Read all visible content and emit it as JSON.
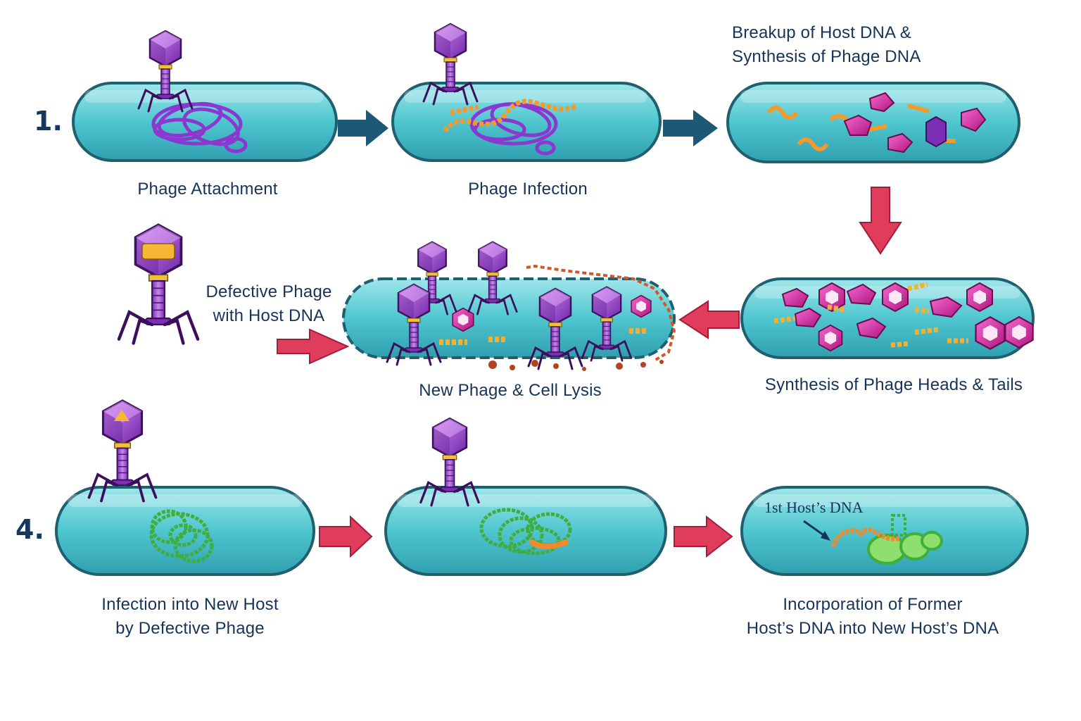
{
  "steps": {
    "step1_number": "1.",
    "step4_number": "4.",
    "attachment": "Phage Attachment",
    "infection": "Phage Infection",
    "breakup_line1": "Breakup of Host DNA &",
    "breakup_line2": "Synthesis of Phage DNA",
    "heads_tails": "Synthesis of Phage Heads & Tails",
    "lysis": "New Phage & Cell Lysis",
    "defective_line1": "Defective Phage",
    "defective_line2": "with Host DNA",
    "new_host_line1": "Infection into New Host",
    "new_host_line2": "by Defective Phage",
    "incorporation_line1": "Incorporation of Former",
    "incorporation_line2": "Host’s DNA into New Host’s DNA",
    "first_host_dna": "1st Host’s DNA"
  },
  "colors": {
    "cell_fill": "#57cdd3",
    "cell_outline": "#1f5f6e",
    "phage_head": "#9b3fc7",
    "host_dna": "#8a38d0",
    "phage_dna": "#f59a2a",
    "new_host_dna": "#3fae3a",
    "arrow_blue": "#1e5877",
    "arrow_red": "#e03c5c"
  },
  "icons": [
    "bacteriophage-icon",
    "bacterial-cell-icon",
    "dna-strand-icon",
    "phage-head-icon",
    "arrow-icon"
  ]
}
